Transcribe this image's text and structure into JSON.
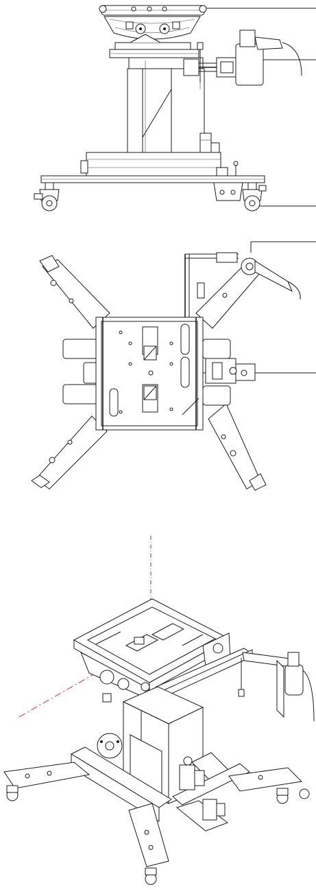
{
  "figure": {
    "views": [
      {
        "id": "side-elevation",
        "leader_count": 3
      },
      {
        "id": "top-plan",
        "leader_count": 2
      },
      {
        "id": "isometric",
        "leader_count": 0
      }
    ],
    "colors": {
      "line": "#1a1a1a",
      "centerline_accent": "#d9302b",
      "background": "#ffffff"
    }
  }
}
